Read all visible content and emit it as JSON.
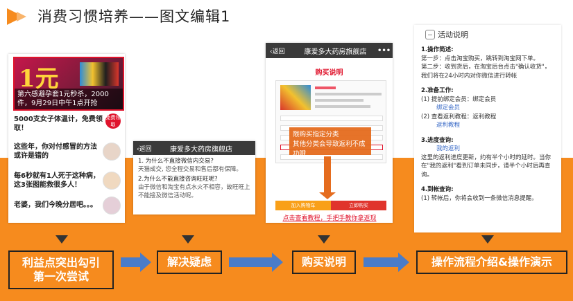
{
  "title": "消费习惯培养——图文编辑1",
  "panel1": {
    "hero_big": "1元",
    "hero_caption": "第六感避孕套1元秒杀，2000件，9月29日中午1点开抢",
    "items": [
      {
        "text": "5000支女子体温计，免费领取！"
      },
      {
        "text": "这些年，你对付感冒的方法或许是错的"
      },
      {
        "text": "每6秒就有1人死于这种病，这3张图能救很多人！"
      },
      {
        "text": "老婆，我们今晚分居吧。。。"
      }
    ],
    "free_badge": "免费领取"
  },
  "panel2": {
    "back": "返回",
    "store": "康爱多大药房旗舰店",
    "q1": "1. 为什么不直接微信内交易?",
    "a1": "天猫成交, 您全程交易和售后都有保障。",
    "q2": "2.为什么不能直接咨询旺旺呢?",
    "a2": "由于微信和淘宝有点水火不相容，故旺旺上不能接及微信活动呢。"
  },
  "panel3": {
    "back": "返回",
    "store": "康爱多大药房旗舰店",
    "dots": "•••",
    "heading": "购买说明",
    "callout": "限购买指定分类\n其他分类会导致返利不成功哦",
    "add_cart": "加入购物车",
    "buy_now": "立即购买",
    "tutorial_link": "点击查看教程，手把手教你拿返现"
  },
  "panel4": {
    "title": "活动说明",
    "s1_h": "1.操作简述:",
    "s1_l1": "第一步：点击淘宝购买，跳转到淘宝网下单。",
    "s1_l2": "第二步：收到货后，在淘宝后台点击\"确认收货\"，我们将在24小时内对你微信进行转帐",
    "s2_h": "2.准备工作:",
    "s2_l1": "(1) 提前绑定会员：绑定会员",
    "s2_l1b": "绑定会员",
    "s2_l2": "(2) 查看返利教程：返利教程",
    "s2_l2b": "返利教程",
    "s3_h": "3.进度查询:",
    "s3_link": "我的返利",
    "s3_txt": "这里的返利进度更新，约有半个小时的延时。当你在\"我的返利\"看到订单未同步，请半个小时后再查询。",
    "s4_h": "4.到帐查询:",
    "s4_txt": "(1) 转帐后，你将会收到一条微信消息提醒。"
  },
  "labels": {
    "l1": "利益点突出勾引\n第一次尝试",
    "l2": "解决疑虑",
    "l3": "购买说明",
    "l4": "操作流程介绍&操作演示"
  },
  "colors": {
    "orange": "#f68b1e",
    "arrow_blue": "#4a7cc9",
    "red": "#e0142c"
  }
}
